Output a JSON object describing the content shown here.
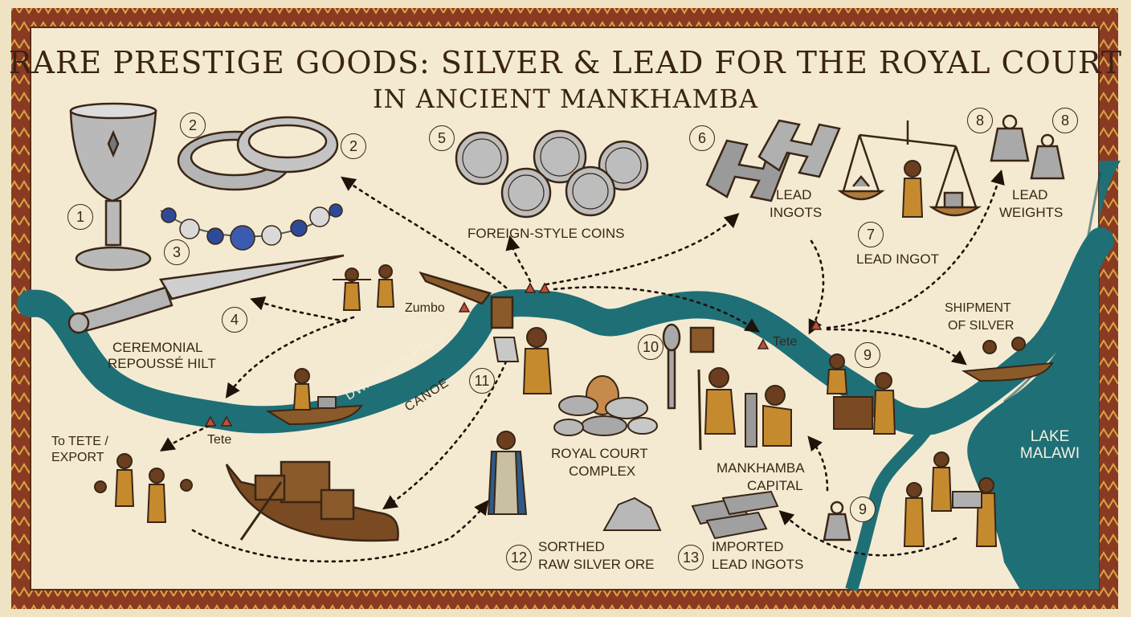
{
  "title": {
    "line1": "RARE PRESTIGE GOODS: SILVER & LEAD FOR THE ROYAL COURT",
    "line2": "IN ANCIENT MANKHAMBA"
  },
  "colors": {
    "parchment": "#f4ead2",
    "border": "#8a3a22",
    "river": "#1f6f76",
    "ink": "#3a2616",
    "silver": "#a9a9a9"
  },
  "markers": {
    "n1": "1",
    "n2": "2",
    "n3": "3",
    "n4": "4",
    "n5": "5",
    "n6": "6",
    "n7": "7",
    "n8": "8",
    "n9": "9",
    "n10": "10",
    "n11": "11",
    "n12": "12",
    "n13": "13"
  },
  "labels": {
    "ceremonial": "CEREMONIAL",
    "repousse": "REPOUSSÉ HILT",
    "foreign_coins": "FOREIGN-STYLE COINS",
    "lead_ingots_a": "LEAD",
    "lead_ingots_b": "INGOTS",
    "lead_ingot": "LEAD INGOT",
    "lead_weights_a": "LEAD",
    "lead_weights_b": "WEIGHTS",
    "shipment_a": "SHIPMENT",
    "shipment_b": "OF SILVER",
    "zumbo": "Zumbo",
    "tete_east": "Tete",
    "tete_west": "Tete",
    "river": "DWANGWA RIVER",
    "canoe": "CANOE",
    "to_tete_a": "To TETE /",
    "to_tete_b": "EXPORT",
    "royal_a": "ROYAL COURT",
    "royal_b": "COMPLEX",
    "capital_a": "MANKHAMBA",
    "capital_b": "CAPITAL",
    "ore_a": "SORTHED",
    "ore_b": "RAW SILVER ORE",
    "imported_a": "IMPORTED",
    "imported_b": "LEAD INGOTS",
    "lake_a": "LAKE",
    "lake_b": "MALAWI"
  }
}
